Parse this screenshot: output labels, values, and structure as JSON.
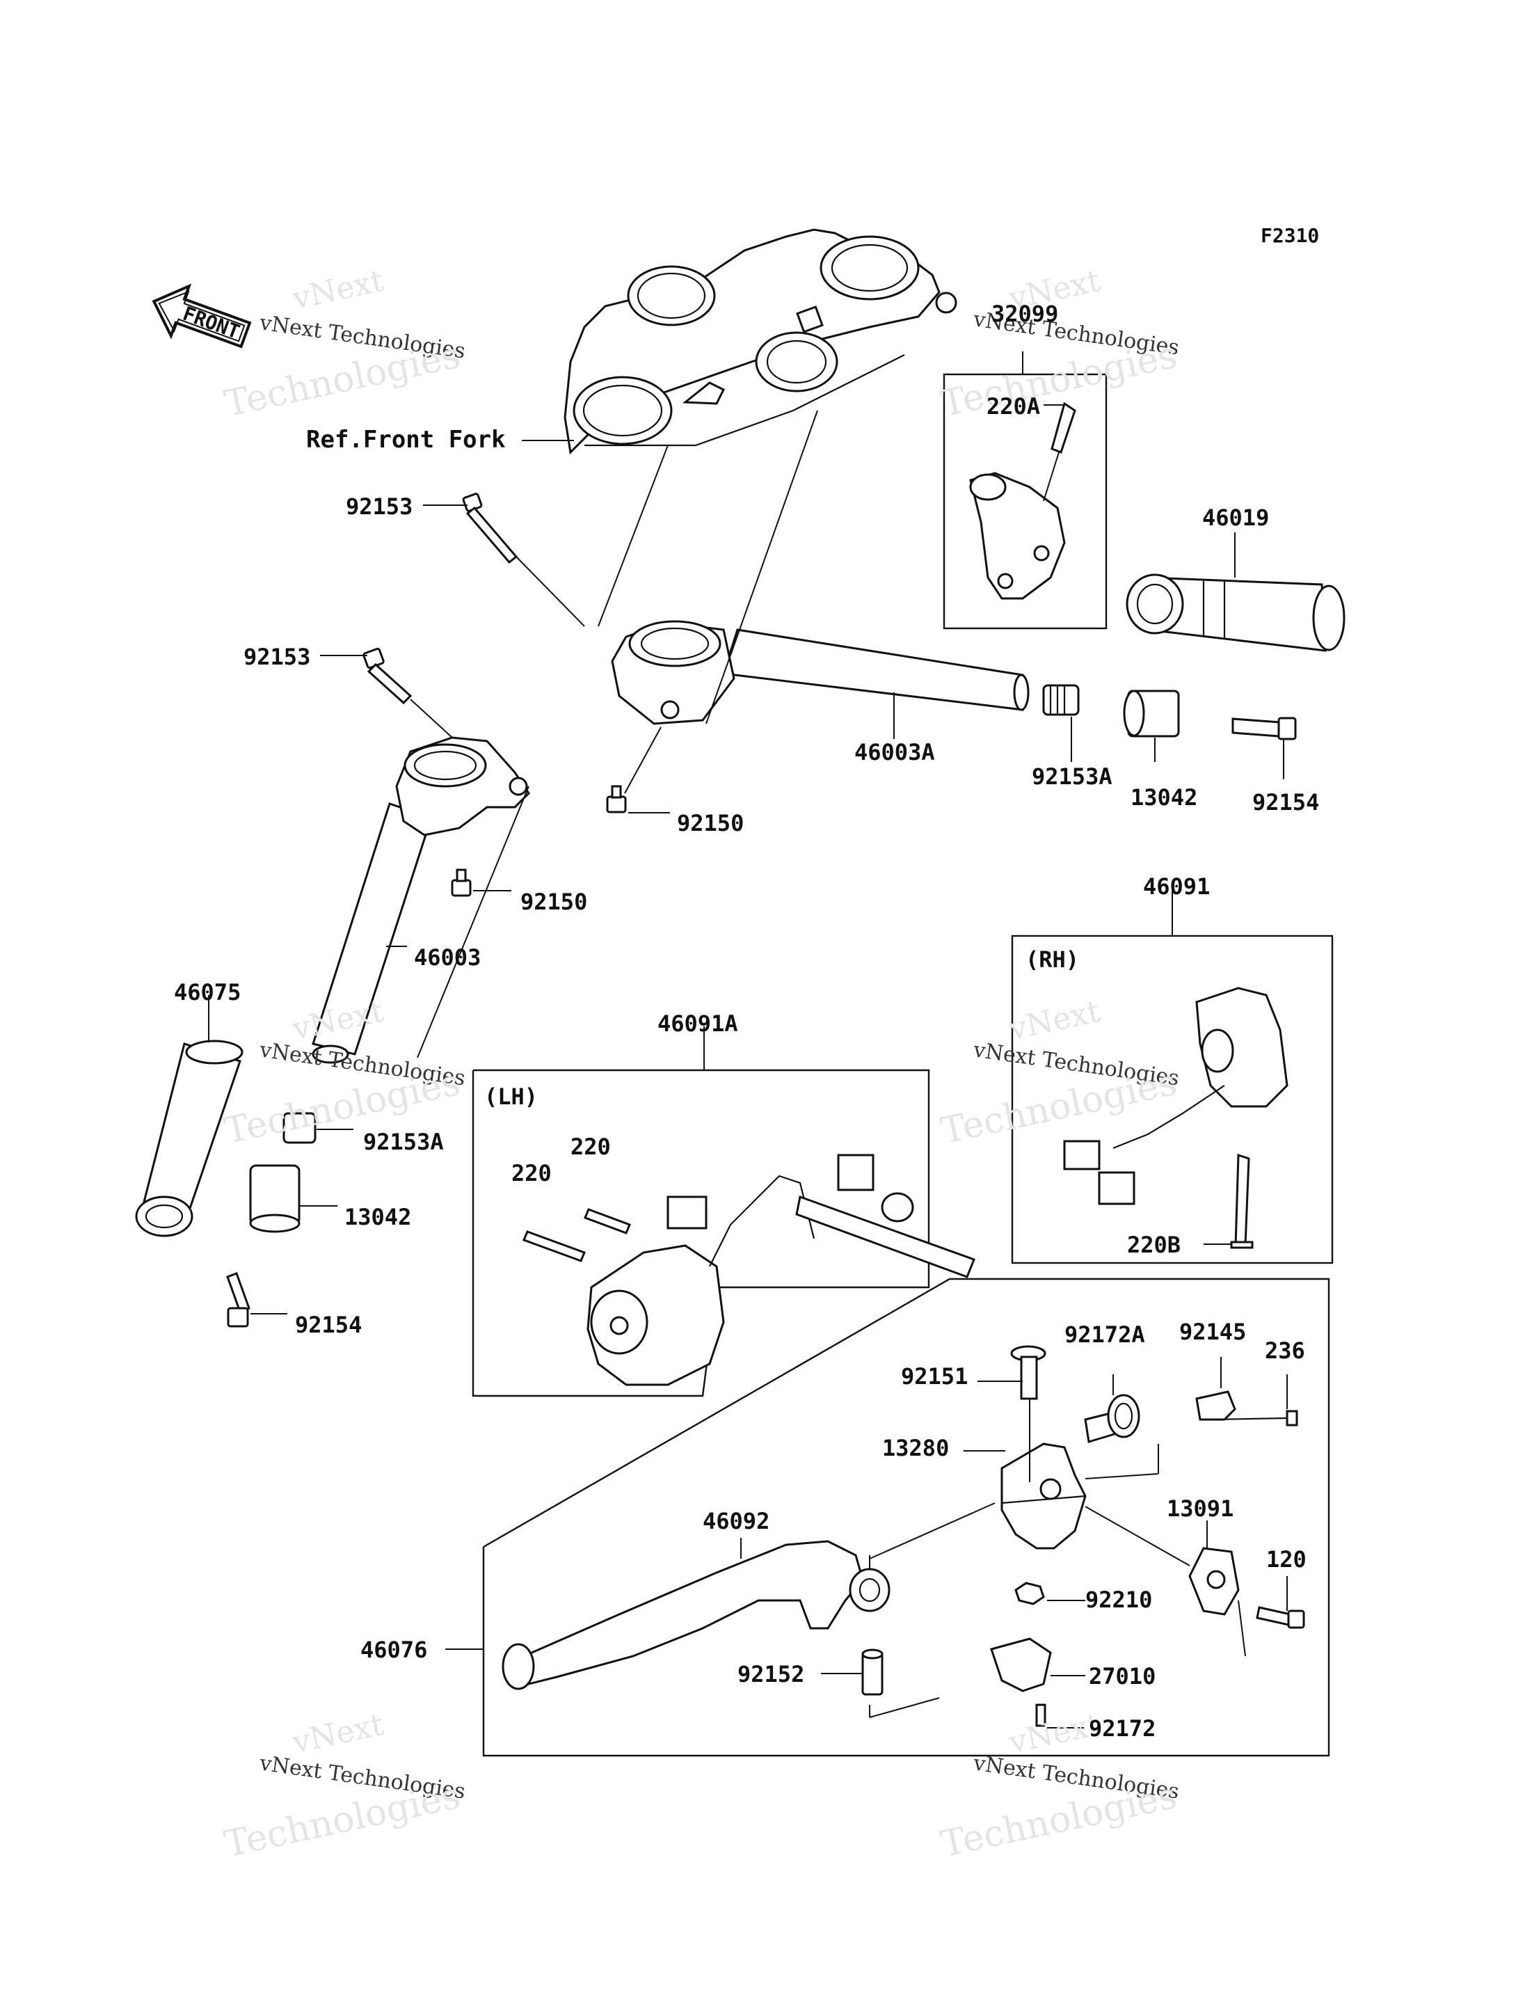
{
  "figure_code": "F2310",
  "front_label": "FRONT",
  "ref_label": "Ref.Front Fork",
  "box_labels": {
    "lh": "(LH)",
    "rh": "(RH)"
  },
  "watermark": {
    "line1": "vNext",
    "line2": "vNext Technologies",
    "line3": "Technologies"
  },
  "parts": {
    "p32099": "32099",
    "p220A": "220A",
    "p46019": "46019",
    "p92153_top": "92153",
    "p92153_mid": "92153",
    "p46003A": "46003A",
    "p92153A_right": "92153A",
    "p13042_right": "13042",
    "p92154_right": "92154",
    "p92150_top": "92150",
    "p92150_low": "92150",
    "p46003": "46003",
    "p46091": "46091",
    "p46075": "46075",
    "p46091A": "46091A",
    "p92153A_left": "92153A",
    "p13042_left": "13042",
    "p92154_left": "92154",
    "p220_a": "220",
    "p220_b": "220",
    "p220B": "220B",
    "p92172A": "92172A",
    "p92145": "92145",
    "p236": "236",
    "p92151": "92151",
    "p13280": "13280",
    "p13091": "13091",
    "p46092": "46092",
    "p120": "120",
    "p92210": "92210",
    "p46076": "46076",
    "p92152": "92152",
    "p27010": "27010",
    "p92172": "92172"
  }
}
